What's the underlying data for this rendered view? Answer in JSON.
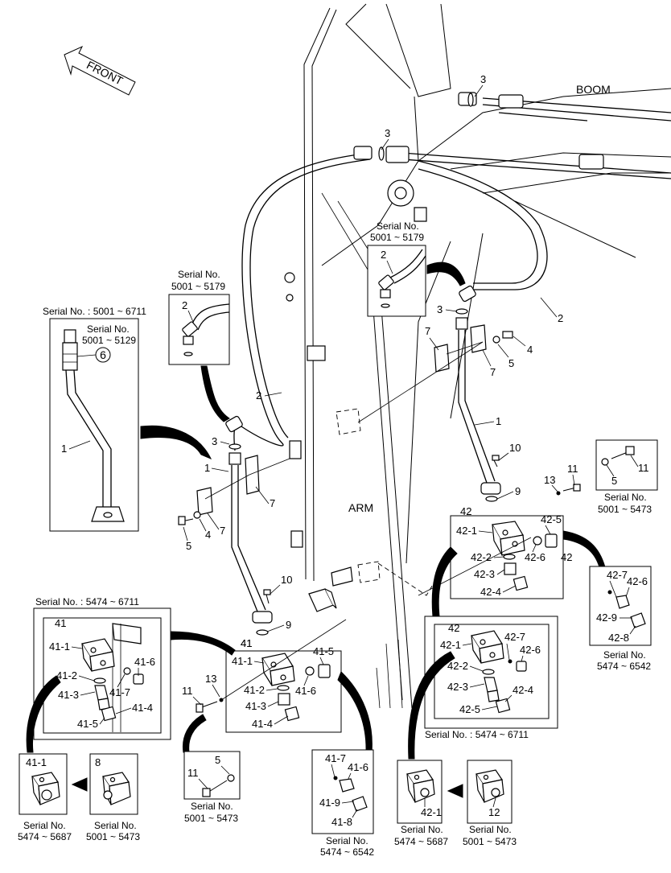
{
  "labels": {
    "front": "FRONT",
    "boom": "BOOM",
    "arm": "ARM",
    "p1": "1",
    "p2": "2",
    "p3": "3",
    "p4": "4",
    "p5": "5",
    "p6": "6",
    "p7": "7",
    "p8": "8",
    "p9": "9",
    "p10": "10",
    "p11": "11",
    "p12": "12",
    "p13": "13",
    "p41": "41",
    "p41_1": "41-1",
    "p41_2": "41-2",
    "p41_3": "41-3",
    "p41_4": "41-4",
    "p41_5": "41-5",
    "p41_6": "41-6",
    "p41_7": "41-7",
    "p41_8": "41-8",
    "p41_9": "41-9",
    "p42": "42",
    "p42_1": "42-1",
    "p42_2": "42-2",
    "p42_3": "42-3",
    "p42_4": "42-4",
    "p42_5": "42-5",
    "p42_6": "42-6",
    "p42_7": "42-7",
    "p42_8": "42-8",
    "p42_9": "42-9"
  },
  "serials": {
    "serial_no": "Serial No.",
    "serial_no_colon": "Serial No. :",
    "r5001_6711": "Serial No. : 5001 ~ 6711",
    "r5001_5129": "5001 ~ 5129",
    "r5001_5179": "5001 ~ 5179",
    "r5001_5473": "5001 ~ 5473",
    "r5474_6711": "Serial No. : 5474 ~ 6711",
    "r5474_6542": "5474 ~ 6542",
    "r5474_5687": "5474 ~ 5687"
  }
}
